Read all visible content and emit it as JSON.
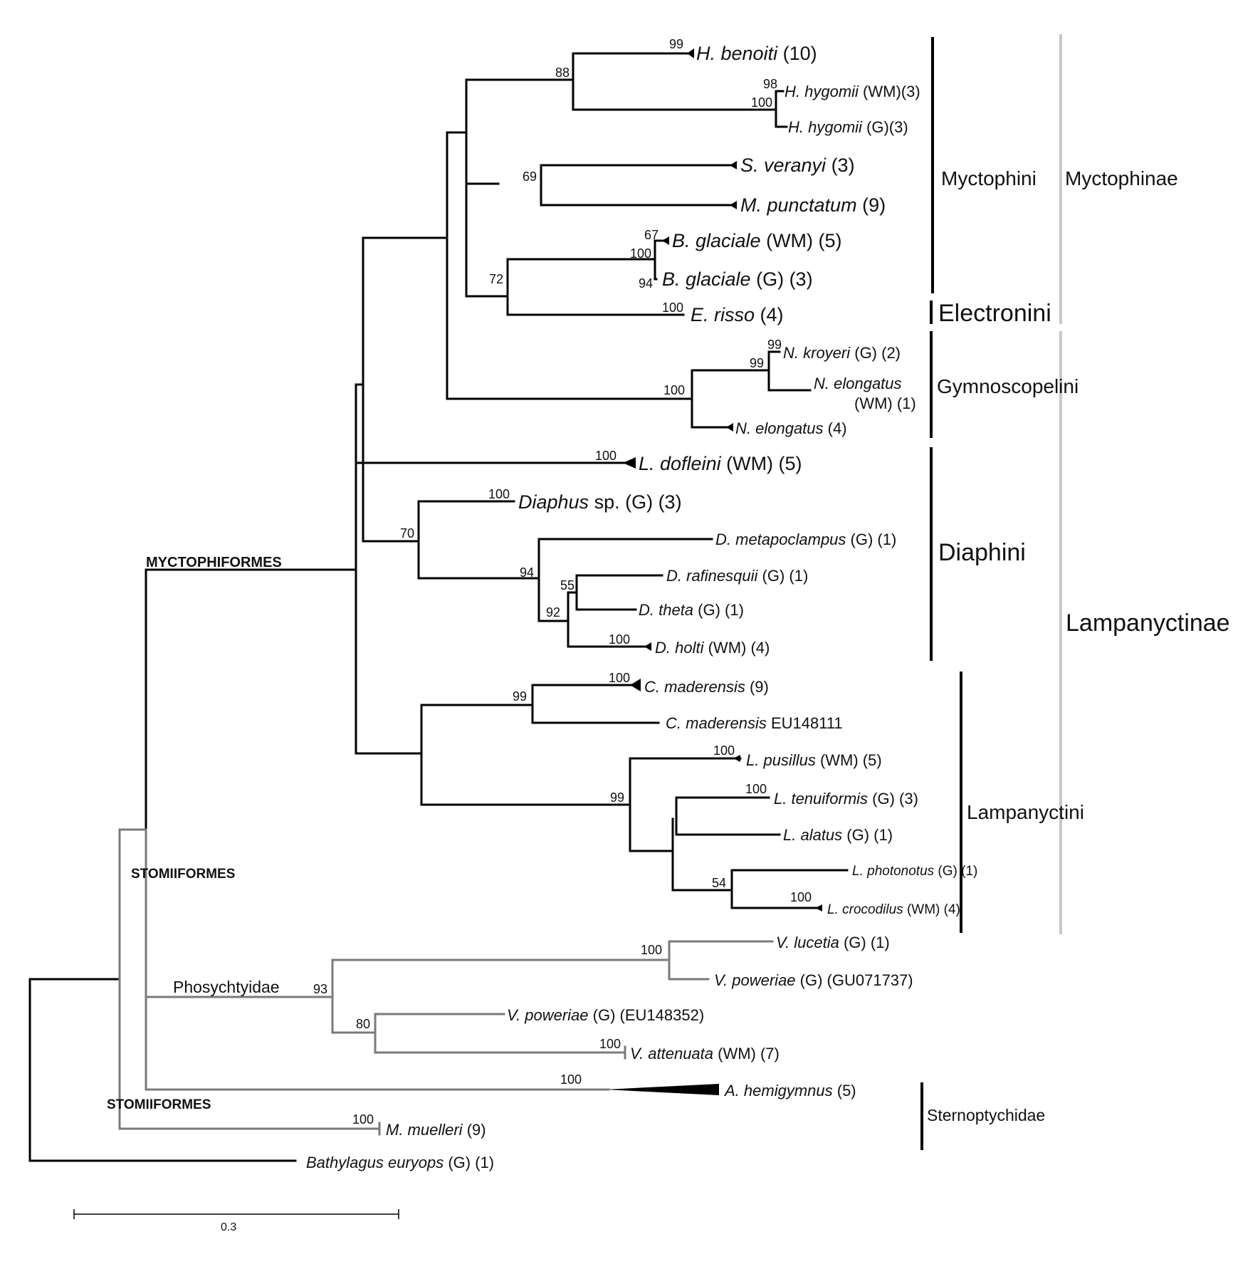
{
  "taxa": {
    "h_benoiti": {
      "sp": "H. benoiti",
      "rest": " (10)"
    },
    "h_hygomii_wm": {
      "sp": "H. hygomii",
      "rest": " (WM)(3)"
    },
    "h_hygomii_g": {
      "sp": "H. hygomii",
      "rest": " (G)(3)"
    },
    "s_veranyi": {
      "sp": "S. veranyi",
      "rest": " (3)"
    },
    "m_punctatum": {
      "sp": "M. punctatum",
      "rest": " (9)"
    },
    "b_glaciale_wm": {
      "sp": "B. glaciale",
      "rest": " (WM) (5)"
    },
    "b_glaciale_g": {
      "sp": "B. glaciale",
      "rest": " (G) (3)"
    },
    "e_risso": {
      "sp": "E. risso",
      "rest": " (4)"
    },
    "n_kroyeri": {
      "sp": "N. kroyeri",
      "rest": " (G) (2)"
    },
    "n_elongatus_wm": {
      "sp": "N. elongatus",
      "rest": "(WM) (1)"
    },
    "n_elongatus": {
      "sp": "N. elongatus",
      "rest": " (4)"
    },
    "l_dofleini": {
      "sp": "L. dofleini",
      "rest": " (WM) (5)"
    },
    "diaphus_sp": {
      "sp": "Diaphus",
      "rest": " sp. (G) (3)"
    },
    "d_metapoclampus": {
      "sp": "D. metapoclampus",
      "rest": " (G) (1)"
    },
    "d_rafinesquii": {
      "sp": "D. rafinesquii",
      "rest": " (G) (1)"
    },
    "d_theta": {
      "sp": "D. theta",
      "rest": " (G) (1)"
    },
    "d_holti": {
      "sp": "D. holti",
      "rest": " (WM) (4)"
    },
    "c_maderensis": {
      "sp": "C. maderensis",
      "rest": " (9)"
    },
    "c_maderensis_eu": {
      "sp": "C. maderensis",
      "rest": " EU148111"
    },
    "l_pusillus": {
      "sp": "L. pusillus",
      "rest": " (WM) (5)"
    },
    "l_tenuiformis": {
      "sp": "L. tenuiformis",
      "rest": " (G) (3)"
    },
    "l_alatus": {
      "sp": "L. alatus",
      "rest": " (G) (1)"
    },
    "l_photonotus": {
      "sp": "L. photonotus",
      "rest": " (G) (1)"
    },
    "l_crocodilus": {
      "sp": "L. crocodilus",
      "rest": " (WM) (4)"
    },
    "v_lucetia": {
      "sp": "V. lucetia",
      "rest": " (G) (1)"
    },
    "v_poweriae_gu": {
      "sp": "V. poweriae",
      "rest": " (G) (GU071737)"
    },
    "v_poweriae_eu": {
      "sp": "V. poweriae",
      "rest": " (G) (EU148352)"
    },
    "v_attenuata": {
      "sp": "V. attenuata",
      "rest": " (WM) (7)"
    },
    "a_hemigymnus": {
      "sp": "A. hemigymnus",
      "rest": " (5)"
    },
    "m_muelleri": {
      "sp": "M. muelleri",
      "rest": " (9)"
    },
    "bathylagus": {
      "sp": "Bathylagus euryops",
      "rest": " (G) (1)"
    }
  },
  "bootstrap": {
    "h_benoiti": "99",
    "hygomii_clade": "100",
    "h_hygomii_wm": "98",
    "hygo_benoiti": "88",
    "s_m": "69",
    "b_glaciale_wm": "67",
    "b_glaciale_clade": "100",
    "b_glaciale_g": "94",
    "electronini": "72",
    "e_risso": "100",
    "n_kroyeri": "99",
    "n_clade": "99",
    "gymnoscopelini": "100",
    "l_dofleini": "100",
    "diaphus_sp": "100",
    "diaphini": "70",
    "d_clade": "94",
    "raf_theta": "55",
    "holti_clade": "92",
    "d_holti": "100",
    "c_maderensis": "100",
    "c_clade": "99",
    "lamp_clade": "99",
    "l_pusillus": "100",
    "l_tenuiformis": "100",
    "photo_croc": "54",
    "l_crocodilus": "100",
    "v_lucetia_clade": "100",
    "phos_clade": "93",
    "v_p_att": "80",
    "v_attenuata": "100",
    "a_hemigymnus": "100",
    "m_muelleri": "100"
  },
  "groups": {
    "myctophini": "Myctophini",
    "myctophinae": "Myctophinae",
    "electronini": "Electronini",
    "gymnoscopelini": "Gymnoscopelini",
    "diaphini": "Diaphini",
    "lampanyctinae": "Lampanyctinae",
    "lampanyctini": "Lampanyctini",
    "sternoptychidae": "Sternoptychidae"
  },
  "orders": {
    "myctophiformes": "MYCTOPHIFORMES",
    "stomiiformes_1": "STOMIIFORMES",
    "stomiiformes_2": "STOMIIFORMES",
    "phosychtyidae": "Phosychtyidae"
  },
  "scale": {
    "label": "0.3"
  },
  "colors": {
    "myctophiformes_branch": "#000000",
    "stomiiformes_branch": "#7a7a7a",
    "subfamily_bar": "#c8c8c8"
  }
}
